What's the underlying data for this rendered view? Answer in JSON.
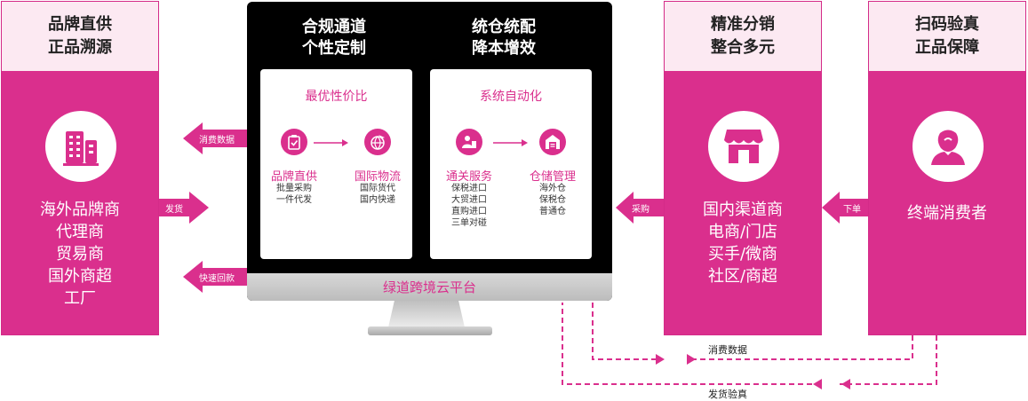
{
  "left_panel": {
    "title": [
      "品牌直供",
      "正品溯源"
    ],
    "items": [
      "海外品牌商",
      "代理商",
      "贸易商",
      "国外商超",
      "工厂"
    ]
  },
  "monitor": {
    "col1": {
      "head": [
        "合规通道",
        "个性定制"
      ],
      "card_title": "最优性价比",
      "svc1": {
        "name": "品牌直供",
        "items": [
          "批量采购",
          "一件代发"
        ]
      },
      "svc2": {
        "name": "国际物流",
        "items": [
          "国际货代",
          "国内快递"
        ]
      }
    },
    "col2": {
      "head": [
        "统仓统配",
        "降本增效"
      ],
      "card_title": "系统自动化",
      "svc1": {
        "name": "通关服务",
        "items": [
          "保税进口",
          "大贸进口",
          "直购进口",
          "三单对碰"
        ]
      },
      "svc2": {
        "name": "仓储管理",
        "items": [
          "海外仓",
          "保税仓",
          "普通仓"
        ]
      }
    },
    "platform": "绿道跨境云平台"
  },
  "mid_panel": {
    "title": [
      "精准分销",
      "整合多元"
    ],
    "items": [
      "国内渠道商",
      "电商/门店",
      "买手/微商",
      "社区/商超"
    ]
  },
  "right_panel": {
    "title": [
      "扫码验真",
      "正品保障"
    ],
    "items": [
      "终端消费者"
    ]
  },
  "arrows": {
    "consume_data": "消费数据",
    "ship": "发货",
    "fast_refund": "快速回款",
    "purchase": "采购",
    "order": "下单"
  },
  "flows": {
    "consume_data": "消费数据",
    "ship_verify": "发货验真"
  },
  "colors": {
    "accent": "#da2f8d",
    "header_bg": "#fce9f2"
  }
}
